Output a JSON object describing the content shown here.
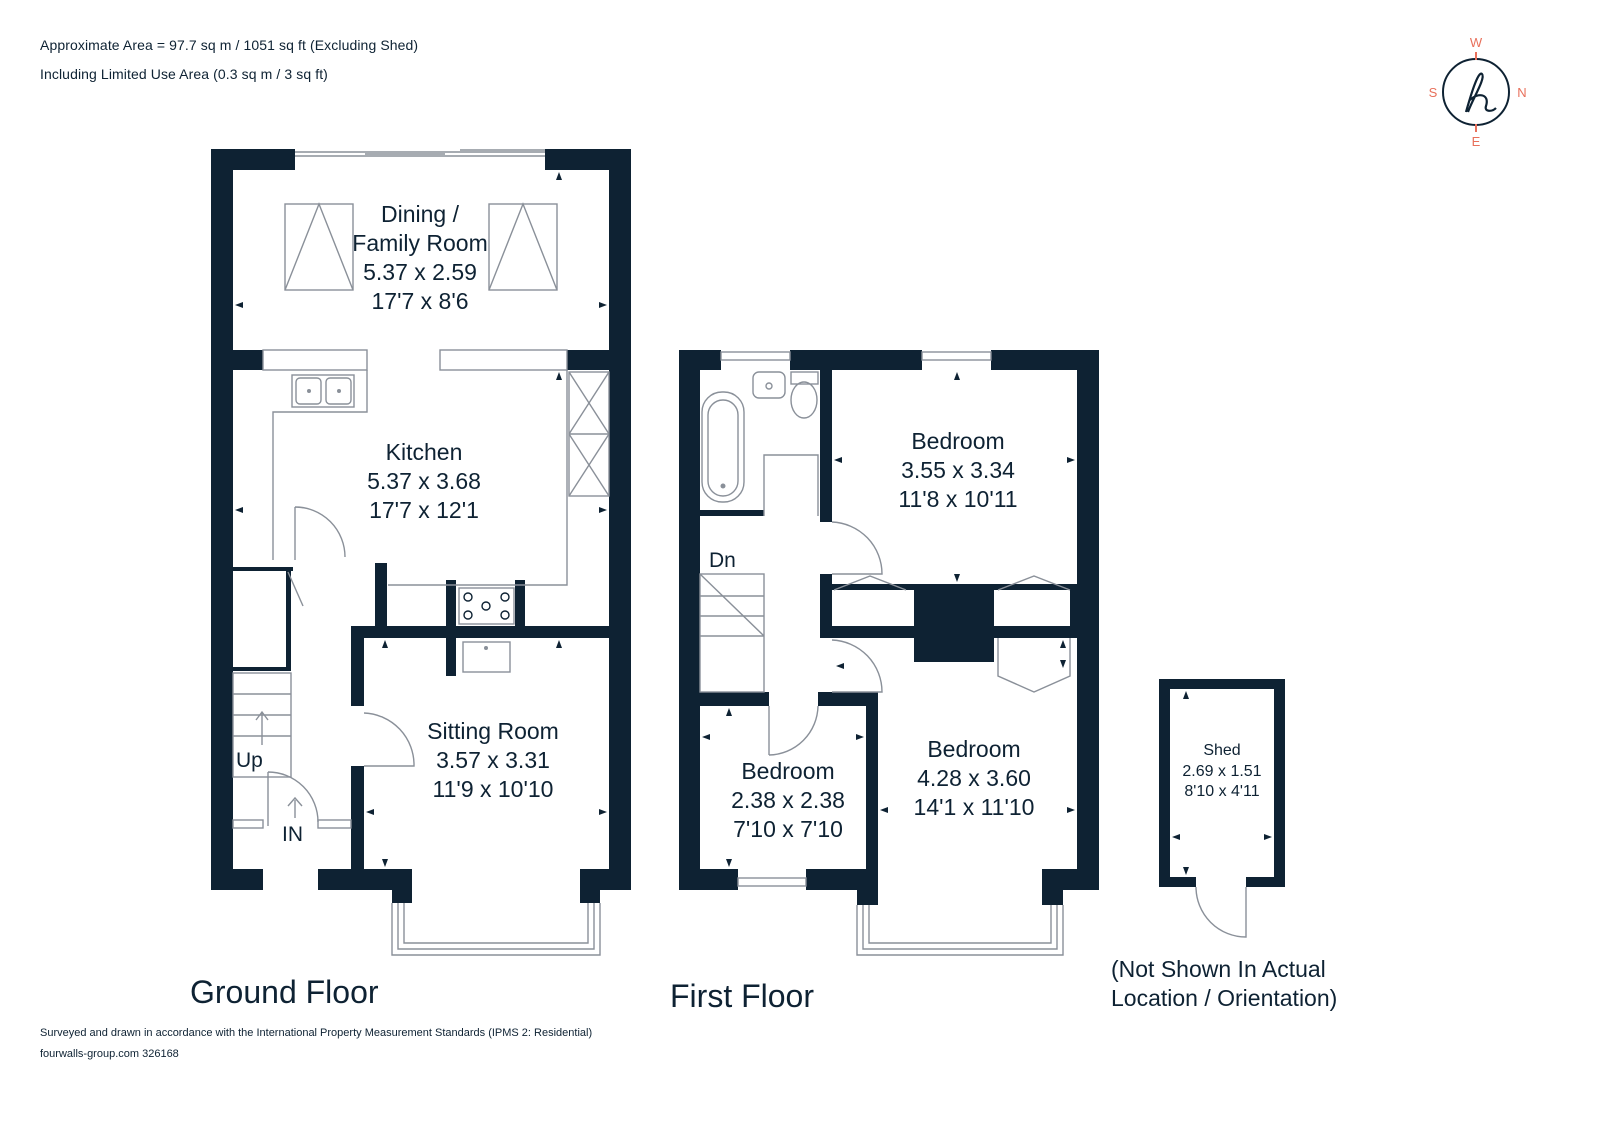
{
  "header": {
    "area_line": "Approximate Area = 97.7 sq m / 1051 sq ft (Excluding Shed)",
    "limited_line": "Including Limited Use Area (0.3 sq m / 3 sq ft)"
  },
  "footer": {
    "ipms_line": "Surveyed and drawn in accordance with the International Property Measurement Standards (IPMS 2: Residential)",
    "ref_line": "fourwalls-group.com 326168"
  },
  "compass": {
    "north": "N",
    "south": "S",
    "east": "E",
    "west": "W",
    "logo": "h"
  },
  "ground_floor": {
    "label": "Ground Floor",
    "rooms": {
      "dining": {
        "name_1": "Dining /",
        "name_2": "Family Room",
        "metric": "5.37 x 2.59",
        "imperial": "17'7 x 8'6"
      },
      "kitchen": {
        "name": "Kitchen",
        "metric": "5.37 x 3.68",
        "imperial": "17'7 x 12'1"
      },
      "sitting": {
        "name": "Sitting Room",
        "metric": "3.57 x 3.31",
        "imperial": "11'9 x 10'10"
      }
    },
    "up_label": "Up",
    "in_label": "IN"
  },
  "first_floor": {
    "label": "First Floor",
    "rooms": {
      "bedroom_rear": {
        "name": "Bedroom",
        "metric": "3.55 x 3.34",
        "imperial": "11'8 x 10'11"
      },
      "bedroom_front": {
        "name": "Bedroom",
        "metric": "4.28 x 3.60",
        "imperial": "14'1 x 11'10"
      },
      "bedroom_small": {
        "name": "Bedroom",
        "metric": "2.38 x 2.38",
        "imperial": "7'10 x 7'10"
      }
    },
    "dn_label": "Dn"
  },
  "shed": {
    "name": "Shed",
    "metric": "2.69 x 1.51",
    "imperial": "8'10 x 4'11",
    "note_1": "(Not Shown In Actual",
    "note_2": "Location / Orientation)"
  }
}
